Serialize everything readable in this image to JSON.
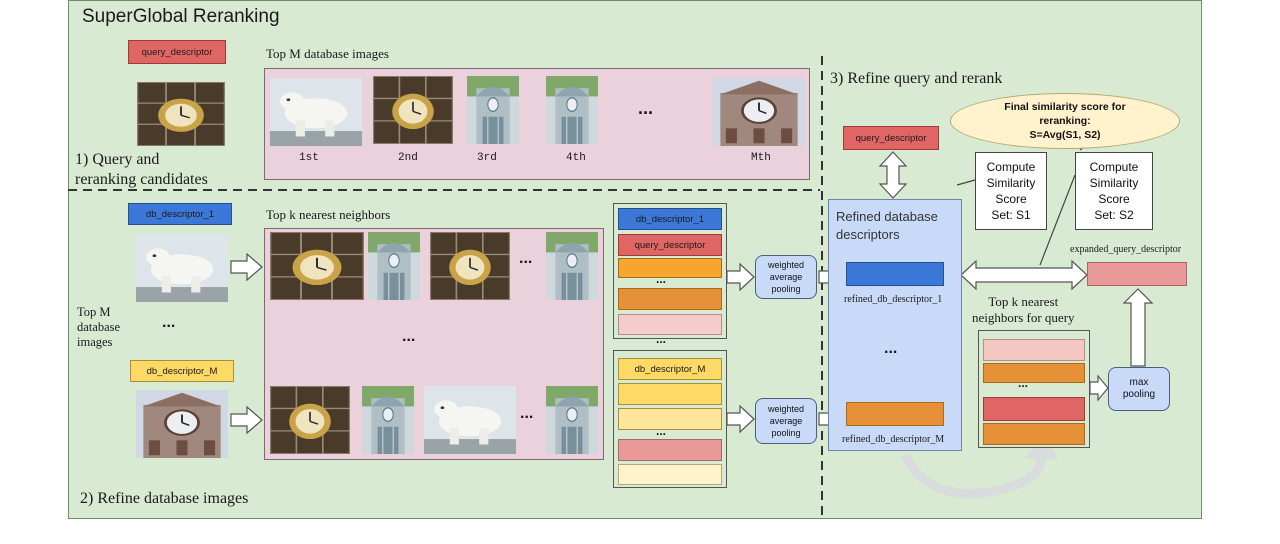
{
  "title": "SuperGlobal Reranking",
  "sections": {
    "s1": "1) Query and\nreranking candidates",
    "s2": "2) Refine database images",
    "s3": "3) Refine query and rerank"
  },
  "labels": {
    "top_m_db": "Top M database images",
    "top_k_nn": "Top k nearest neighbors",
    "top_m_left": "Top M\ndatabase\nimages",
    "refined_db": "Refined database\ndescriptors",
    "top_k_query": "Top k nearest\nneighbors for query",
    "ellipsis": "..."
  },
  "ranks": [
    "1st",
    "2nd",
    "3rd",
    "4th",
    "Mth"
  ],
  "descriptors": {
    "query": "query_descriptor",
    "db1": "db_descriptor_1",
    "dbM": "db_descriptor_M",
    "refined1": "refined_db_descriptor_1",
    "refinedM": "refined_db_descriptor_M",
    "expanded": "expanded_query_descriptor"
  },
  "pooling": {
    "weighted": "weighted\naverage\npooling",
    "max": "max\npooling"
  },
  "scores": {
    "s1": "Compute\nSimilarity\nScore\nSet: S1",
    "s2": "Compute\nSimilarity\nScore\nSet: S2"
  },
  "final_score": "Final similarity score for\nreranking:\nS=Avg(S1, S2)",
  "colors": {
    "panel": "#d9ead3",
    "pink_area": "#ead1dc",
    "blue_area": "#c9daf8",
    "red": "#e06666",
    "blue": "#3c78d8",
    "orange": "#e69138",
    "yellow": "#ffd966",
    "salmon": "#ea9999",
    "light_pink": "#f4cccc",
    "light_yellow": "#fff2cc",
    "pale_pink": "#f4c7c3"
  },
  "icons": [
    "polar-bear-statue-icon",
    "ornate-clock-icon",
    "station-facade-icon",
    "clock-tower-icon"
  ]
}
